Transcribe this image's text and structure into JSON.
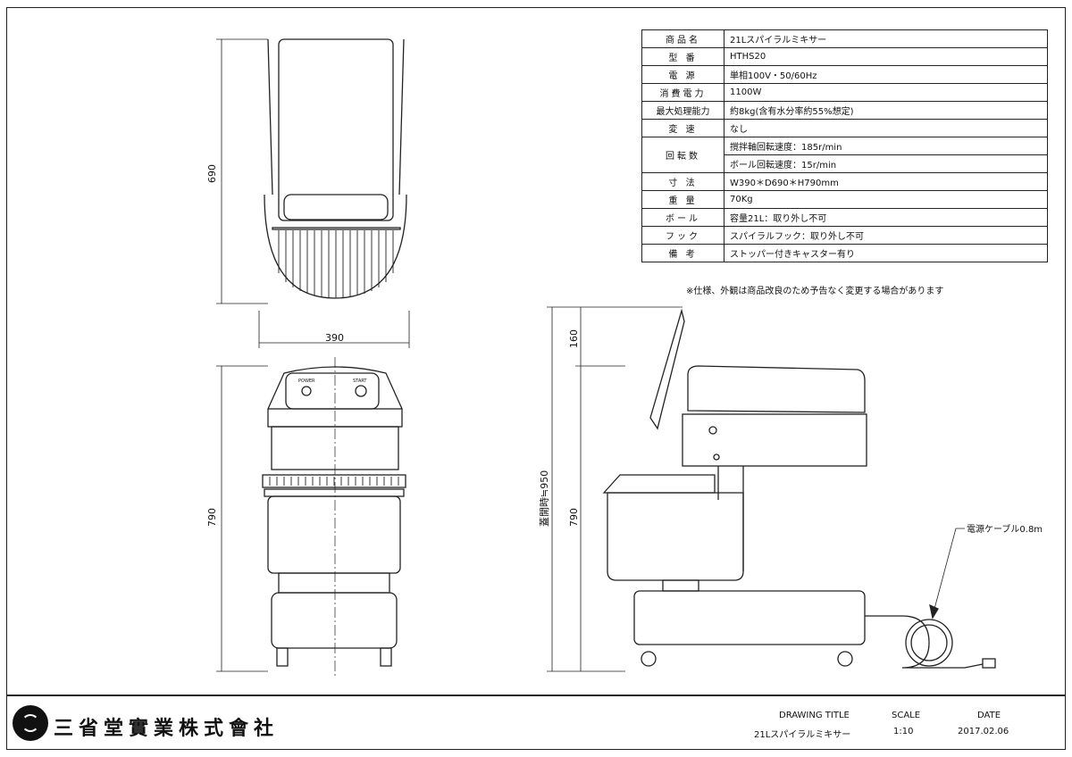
{
  "spec_table": {
    "rows": [
      {
        "label": "商品名",
        "values": [
          "21Lスパイラルミキサー"
        ]
      },
      {
        "label": "型 番",
        "values": [
          "HTHS20"
        ]
      },
      {
        "label": "電 源",
        "values": [
          "単相100V・50/60Hz"
        ]
      },
      {
        "label": "消費電力",
        "values": [
          "1100W"
        ]
      },
      {
        "label": "最大処理能力",
        "values": [
          "約8kg(含有水分率約55%想定)"
        ]
      },
      {
        "label": "変 速",
        "values": [
          "なし"
        ]
      },
      {
        "label": "回転数",
        "values": [
          "撹拌軸回転速度：185r/min",
          "ボール回転速度：15r/min"
        ]
      },
      {
        "label": "寸 法",
        "values": [
          "W390＊D690＊H790mm"
        ]
      },
      {
        "label": "重 量",
        "values": [
          "70Kg"
        ]
      },
      {
        "label": "ボール",
        "values": [
          "容量21L：取り外し不可"
        ]
      },
      {
        "label": "フック",
        "values": [
          "スパイラルフック：取り外し不可"
        ]
      },
      {
        "label": "備 考",
        "values": [
          "ストッパー付きキャスター有り"
        ]
      }
    ],
    "note": "※仕様、外観は商品改良のため予告なく変更する場合があります"
  },
  "dimensions": {
    "top_depth": "690",
    "top_width": "390",
    "front_height": "790",
    "side_lid_extra": "160",
    "side_open_height": "蓋開時≒950",
    "side_height": "790",
    "cable": "電源ケーブル0.8m"
  },
  "panel": {
    "power_label": "POWER",
    "start_label": "START"
  },
  "title_block": {
    "company": "三省堂實業株式會社",
    "drawing_title_header": "DRAWING TITLE",
    "drawing_title": "21Lスパイラルミキサー",
    "scale_header": "SCALE",
    "scale": "1:10",
    "date_header": "DATE",
    "date": "2017.02.06"
  }
}
